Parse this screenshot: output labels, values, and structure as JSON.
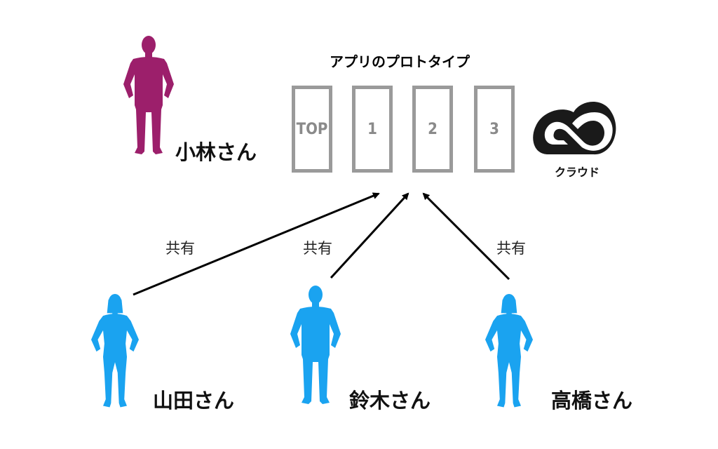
{
  "diagram": {
    "title": "アプリのプロトタイプ",
    "screens": [
      "TOP",
      "1",
      "2",
      "3"
    ],
    "cloud_label": "クラウド",
    "people": {
      "kobayashi": "小林さん",
      "yamada": "山田さん",
      "suzuki": "鈴木さん",
      "takahashi": "高橋さん"
    },
    "share_labels": [
      "共有",
      "共有",
      "共有"
    ]
  },
  "colors": {
    "owner": "#9c1f6b",
    "collaborator": "#1aa3f0",
    "screen_border": "#9a9a9a",
    "arrow": "#000000"
  }
}
